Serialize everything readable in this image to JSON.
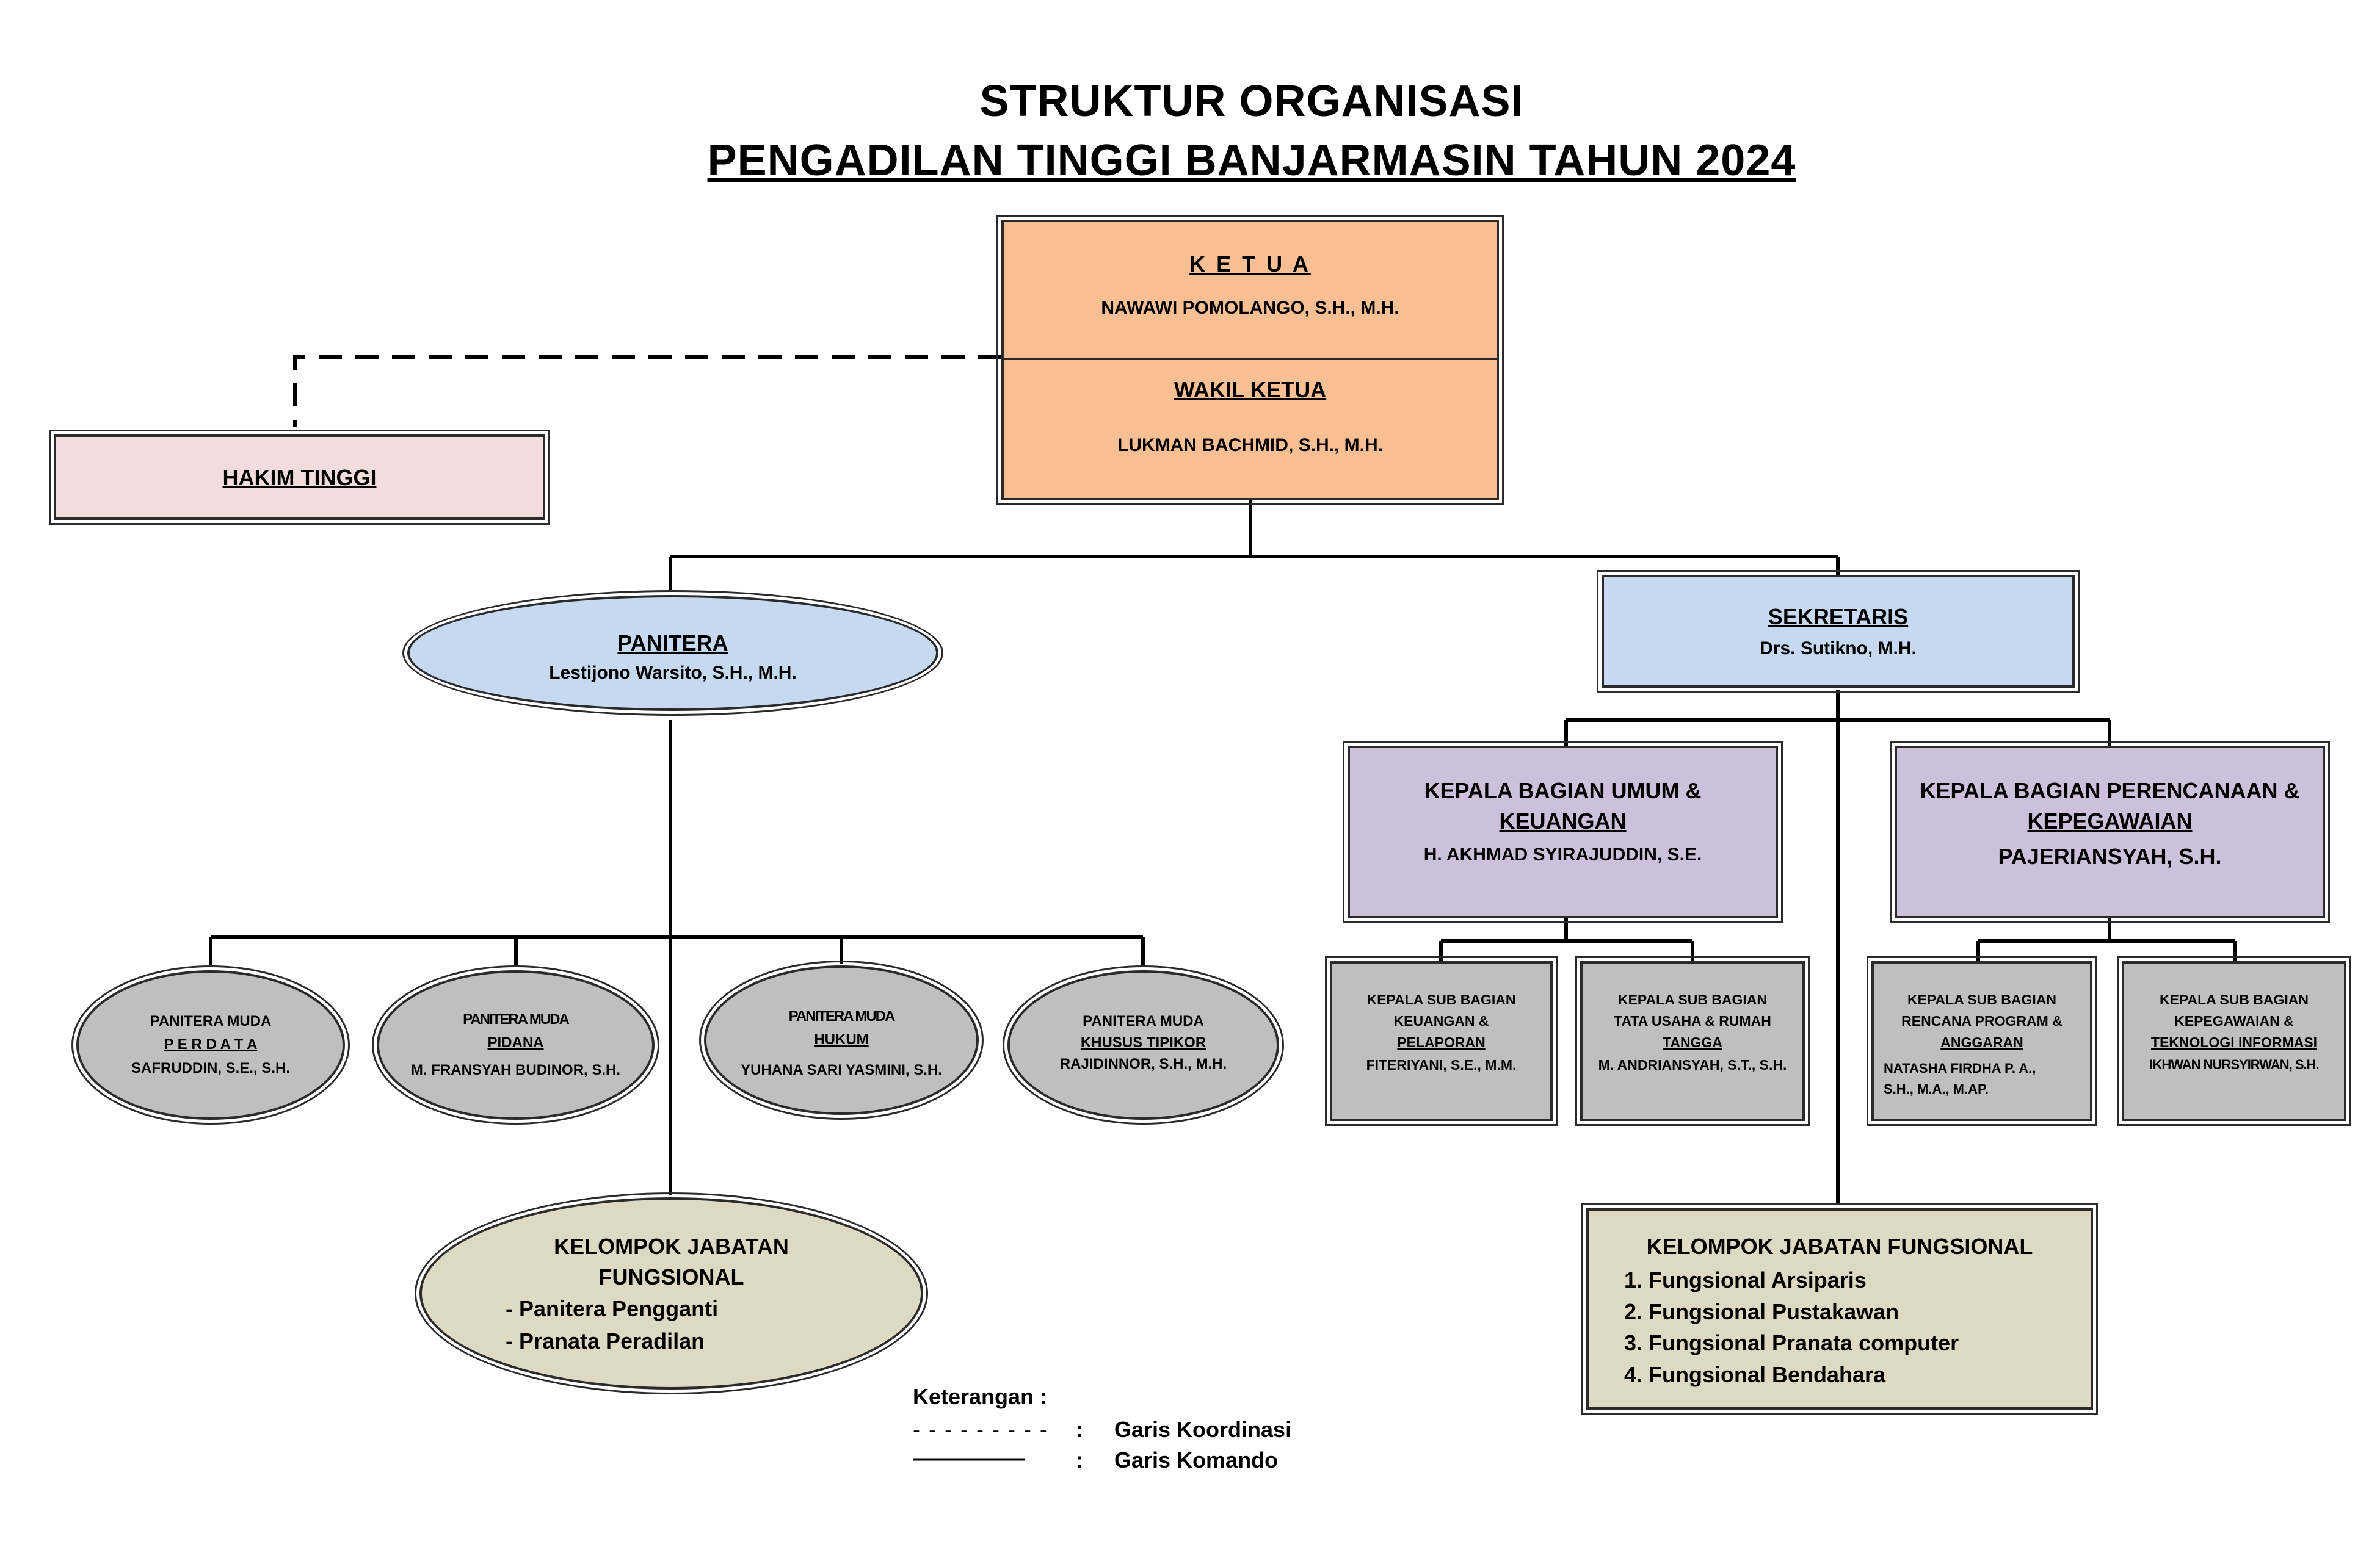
{
  "title": {
    "line1": "STRUKTUR ORGANISASI",
    "line2": "PENGADILAN TINGGI BANJARMASIN TAHUN 2024"
  },
  "ketua": {
    "role": "K E T U A",
    "name": "NAWAWI POMOLANGO, S.H., M.H."
  },
  "wakil": {
    "role": "WAKIL KETUA",
    "name": "LUKMAN BACHMID, S.H., M.H."
  },
  "hakim": {
    "role": "HAKIM TINGGI"
  },
  "panitera": {
    "role": "PANITERA",
    "name": "Lestijono Warsito, S.H., M.H."
  },
  "sekretaris": {
    "role": "SEKRETARIS",
    "name": "Drs. Sutikno, M.H."
  },
  "kabag_umum": {
    "role_line1": "KEPALA BAGIAN UMUM &",
    "role_line2": "KEUANGAN",
    "name": "H. AKHMAD SYIRAJUDDIN, S.E."
  },
  "kabag_ren": {
    "role_line1": "KEPALA BAGIAN PERENCANAAN &",
    "role_line2": "KEPEGAWAIAN",
    "name": "PAJERIANSYAH, S.H."
  },
  "panmud": [
    {
      "title": "PANITERA MUDA",
      "field": "P E R D A T A",
      "name": "SAFRUDDIN, S.E., S.H."
    },
    {
      "title": "PANITERA MUDA",
      "field": "PIDANA",
      "name": "M. FRANSYAH BUDINOR, S.H."
    },
    {
      "title": "PANITERA MUDA",
      "field": "HUKUM",
      "name": "YUHANA SARI YASMINI, S.H."
    },
    {
      "title": "PANITERA MUDA",
      "field": "KHUSUS TIPIKOR",
      "name": "RAJIDINNOR, S.H., M.H."
    }
  ],
  "subbag": [
    {
      "l1": "KEPALA SUB BAGIAN",
      "l2": "KEUANGAN &",
      "l3": "PELAPORAN",
      "name": "FITERIYANI, S.E., M.M."
    },
    {
      "l1": "KEPALA SUB BAGIAN",
      "l2": "TATA USAHA & RUMAH",
      "l3": "TANGGA",
      "name": "M. ANDRIANSYAH, S.T., S.H."
    },
    {
      "l1": "KEPALA SUB BAGIAN",
      "l2": "RENCANA PROGRAM &",
      "l3": "ANGGARAN",
      "name": "NATASHA FIRDHA P. A.,",
      "name2": "S.H., M.A., M.AP."
    },
    {
      "l1": "KEPALA SUB BAGIAN",
      "l2": "KEPEGAWAIAN &",
      "l3": "TEKNOLOGI INFORMASI",
      "name": "IKHWAN NURSYIRWAN, S.H."
    }
  ],
  "fungsional_panitera": {
    "title_line1": "KELOMPOK JABATAN",
    "title_line2": "FUNGSIONAL",
    "items": [
      "- Panitera Pengganti",
      "- Pranata Peradilan"
    ]
  },
  "fungsional_sekretaris": {
    "title": "KELOMPOK JABATAN FUNGSIONAL",
    "items": [
      "1. Fungsional Arsiparis",
      "2. Fungsional Pustakawan",
      "3. Fungsional Pranata computer",
      "4. Fungsional Bendahara"
    ]
  },
  "legend": {
    "heading": "Keterangan  :",
    "dash_symbol": "- - - - - - - - -",
    "colon": ":",
    "dash_label": "Garis Koordinasi",
    "solid_label": "Garis Komando"
  }
}
